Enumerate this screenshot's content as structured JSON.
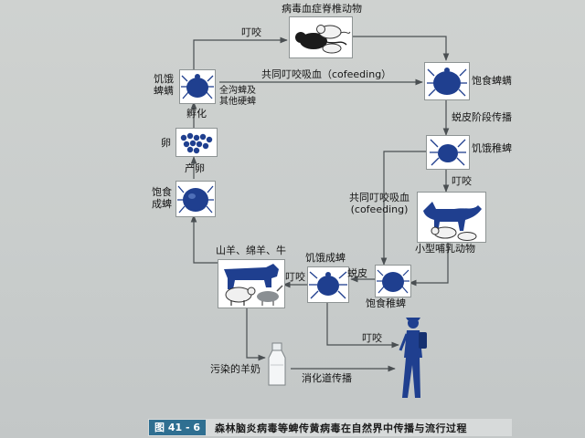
{
  "diagram": {
    "nodes": {
      "viremic_rodents": "病毒血症脊椎动物",
      "hungry_ticks": "饥饿\n蜱螨",
      "eggs": "卵",
      "engorged_adult": "饱食\n成蜱",
      "engorged_ticks_top": "饱食蜱螨",
      "hungry_nymph": "饥饿稚蜱",
      "small_mammals": "小型哺乳动物",
      "livestock": "山羊、绵羊、牛",
      "hungry_adult": "饥饿成蜱",
      "engorged_nymph": "饱食稚蜱",
      "contaminated_milk": "污染的羊奶"
    },
    "edges": {
      "bite_top": "叮咬",
      "cofeeding_top": "共同叮咬吸血（cofeeding）",
      "all_stages": "全沟蜱及\n其他硬蜱",
      "hatch": "孵化",
      "lay_eggs": "产卵",
      "molt_transmission": "蜕皮阶段传播",
      "bite_mid": "叮咬",
      "cofeeding_mid": "共同叮咬吸血\n(cofeeding)",
      "molt": "蜕皮",
      "bite_livestock": "叮咬",
      "bite_human": "叮咬",
      "digestive_transmission": "消化道传播"
    },
    "caption": {
      "figure_no": "图 41 - 6",
      "title": "森林脑炎病毒等蜱传黄病毒在自然界中传播与流行过程"
    }
  },
  "icons": {
    "rodents": "rodents-icon",
    "tick": "tick-icon",
    "eggs": "eggs-icon",
    "livestock": "livestock-icon",
    "fox": "fox-icon",
    "milk": "milk-bottle-icon",
    "human": "hiker-icon"
  },
  "colors": {
    "tick_blue": "#1f3f8f",
    "arrow": "#4a4f52",
    "caption_tag": "#2f6f91"
  }
}
